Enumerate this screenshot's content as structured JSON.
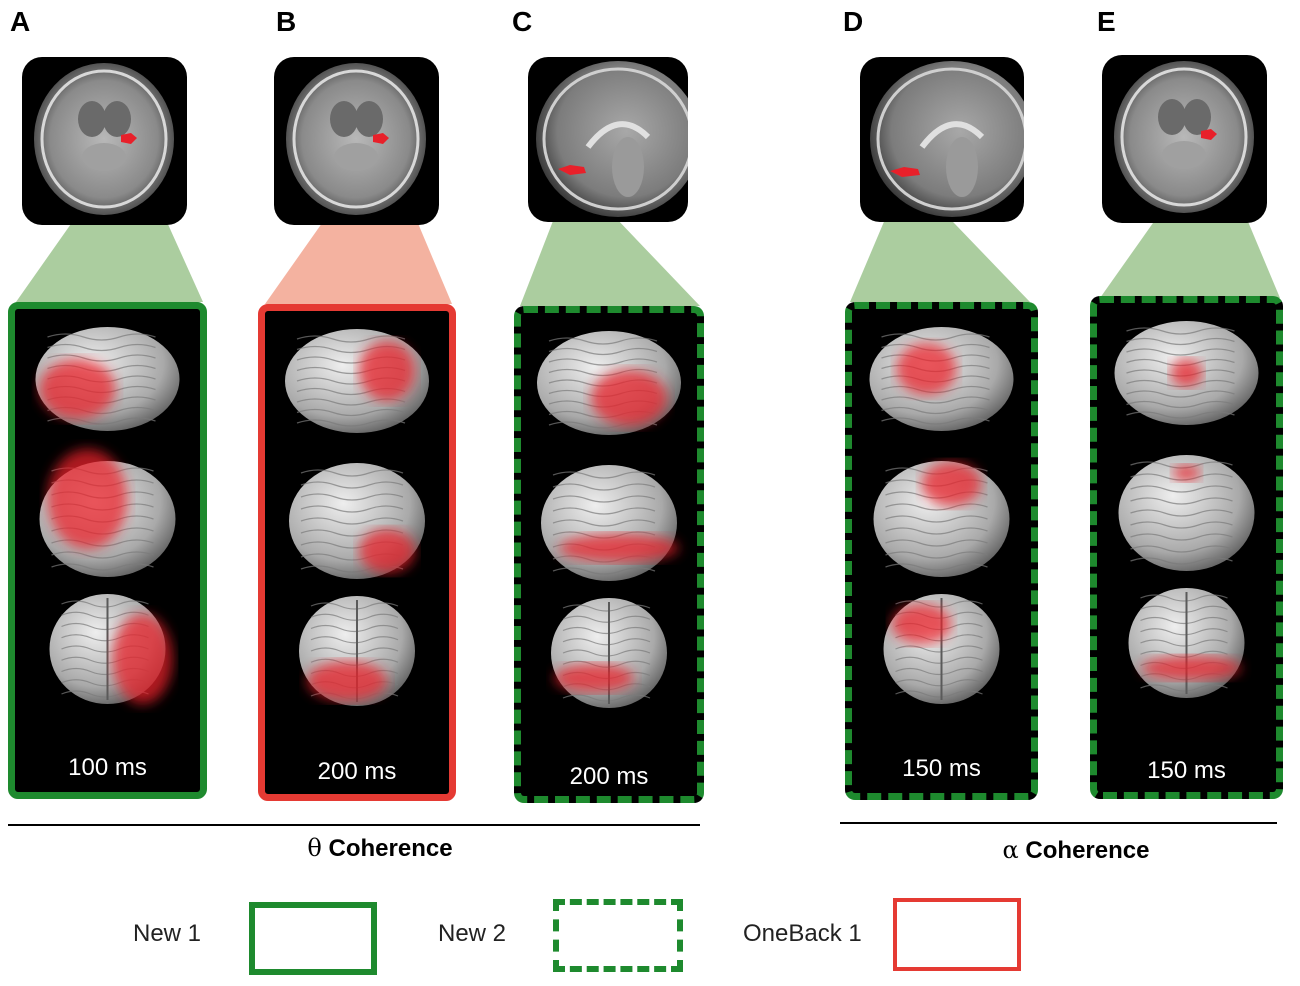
{
  "panels": [
    {
      "letter": "A",
      "time": "100 ms",
      "frame": "solid-green",
      "view": "axial"
    },
    {
      "letter": "B",
      "time": "200 ms",
      "frame": "solid-red",
      "view": "axial"
    },
    {
      "letter": "C",
      "time": "200 ms",
      "frame": "dashed-green",
      "view": "sagittal"
    },
    {
      "letter": "D",
      "time": "150 ms",
      "frame": "dashed-green",
      "view": "sagittal"
    },
    {
      "letter": "E",
      "time": "150 ms",
      "frame": "dashed-green",
      "view": "axial"
    }
  ],
  "groups": {
    "theta": {
      "symbol": "θ",
      "label": "Coherence"
    },
    "alpha": {
      "symbol": "α",
      "label": "Coherence"
    }
  },
  "legend": {
    "new1": "New 1",
    "new2": "New 2",
    "oneback1": "OneBack 1"
  },
  "colors": {
    "green": "#1e8a2e",
    "red": "#e53a33",
    "cone_green": "#9cc48e",
    "cone_red": "#f2a48f",
    "activation": "#e8202a"
  }
}
